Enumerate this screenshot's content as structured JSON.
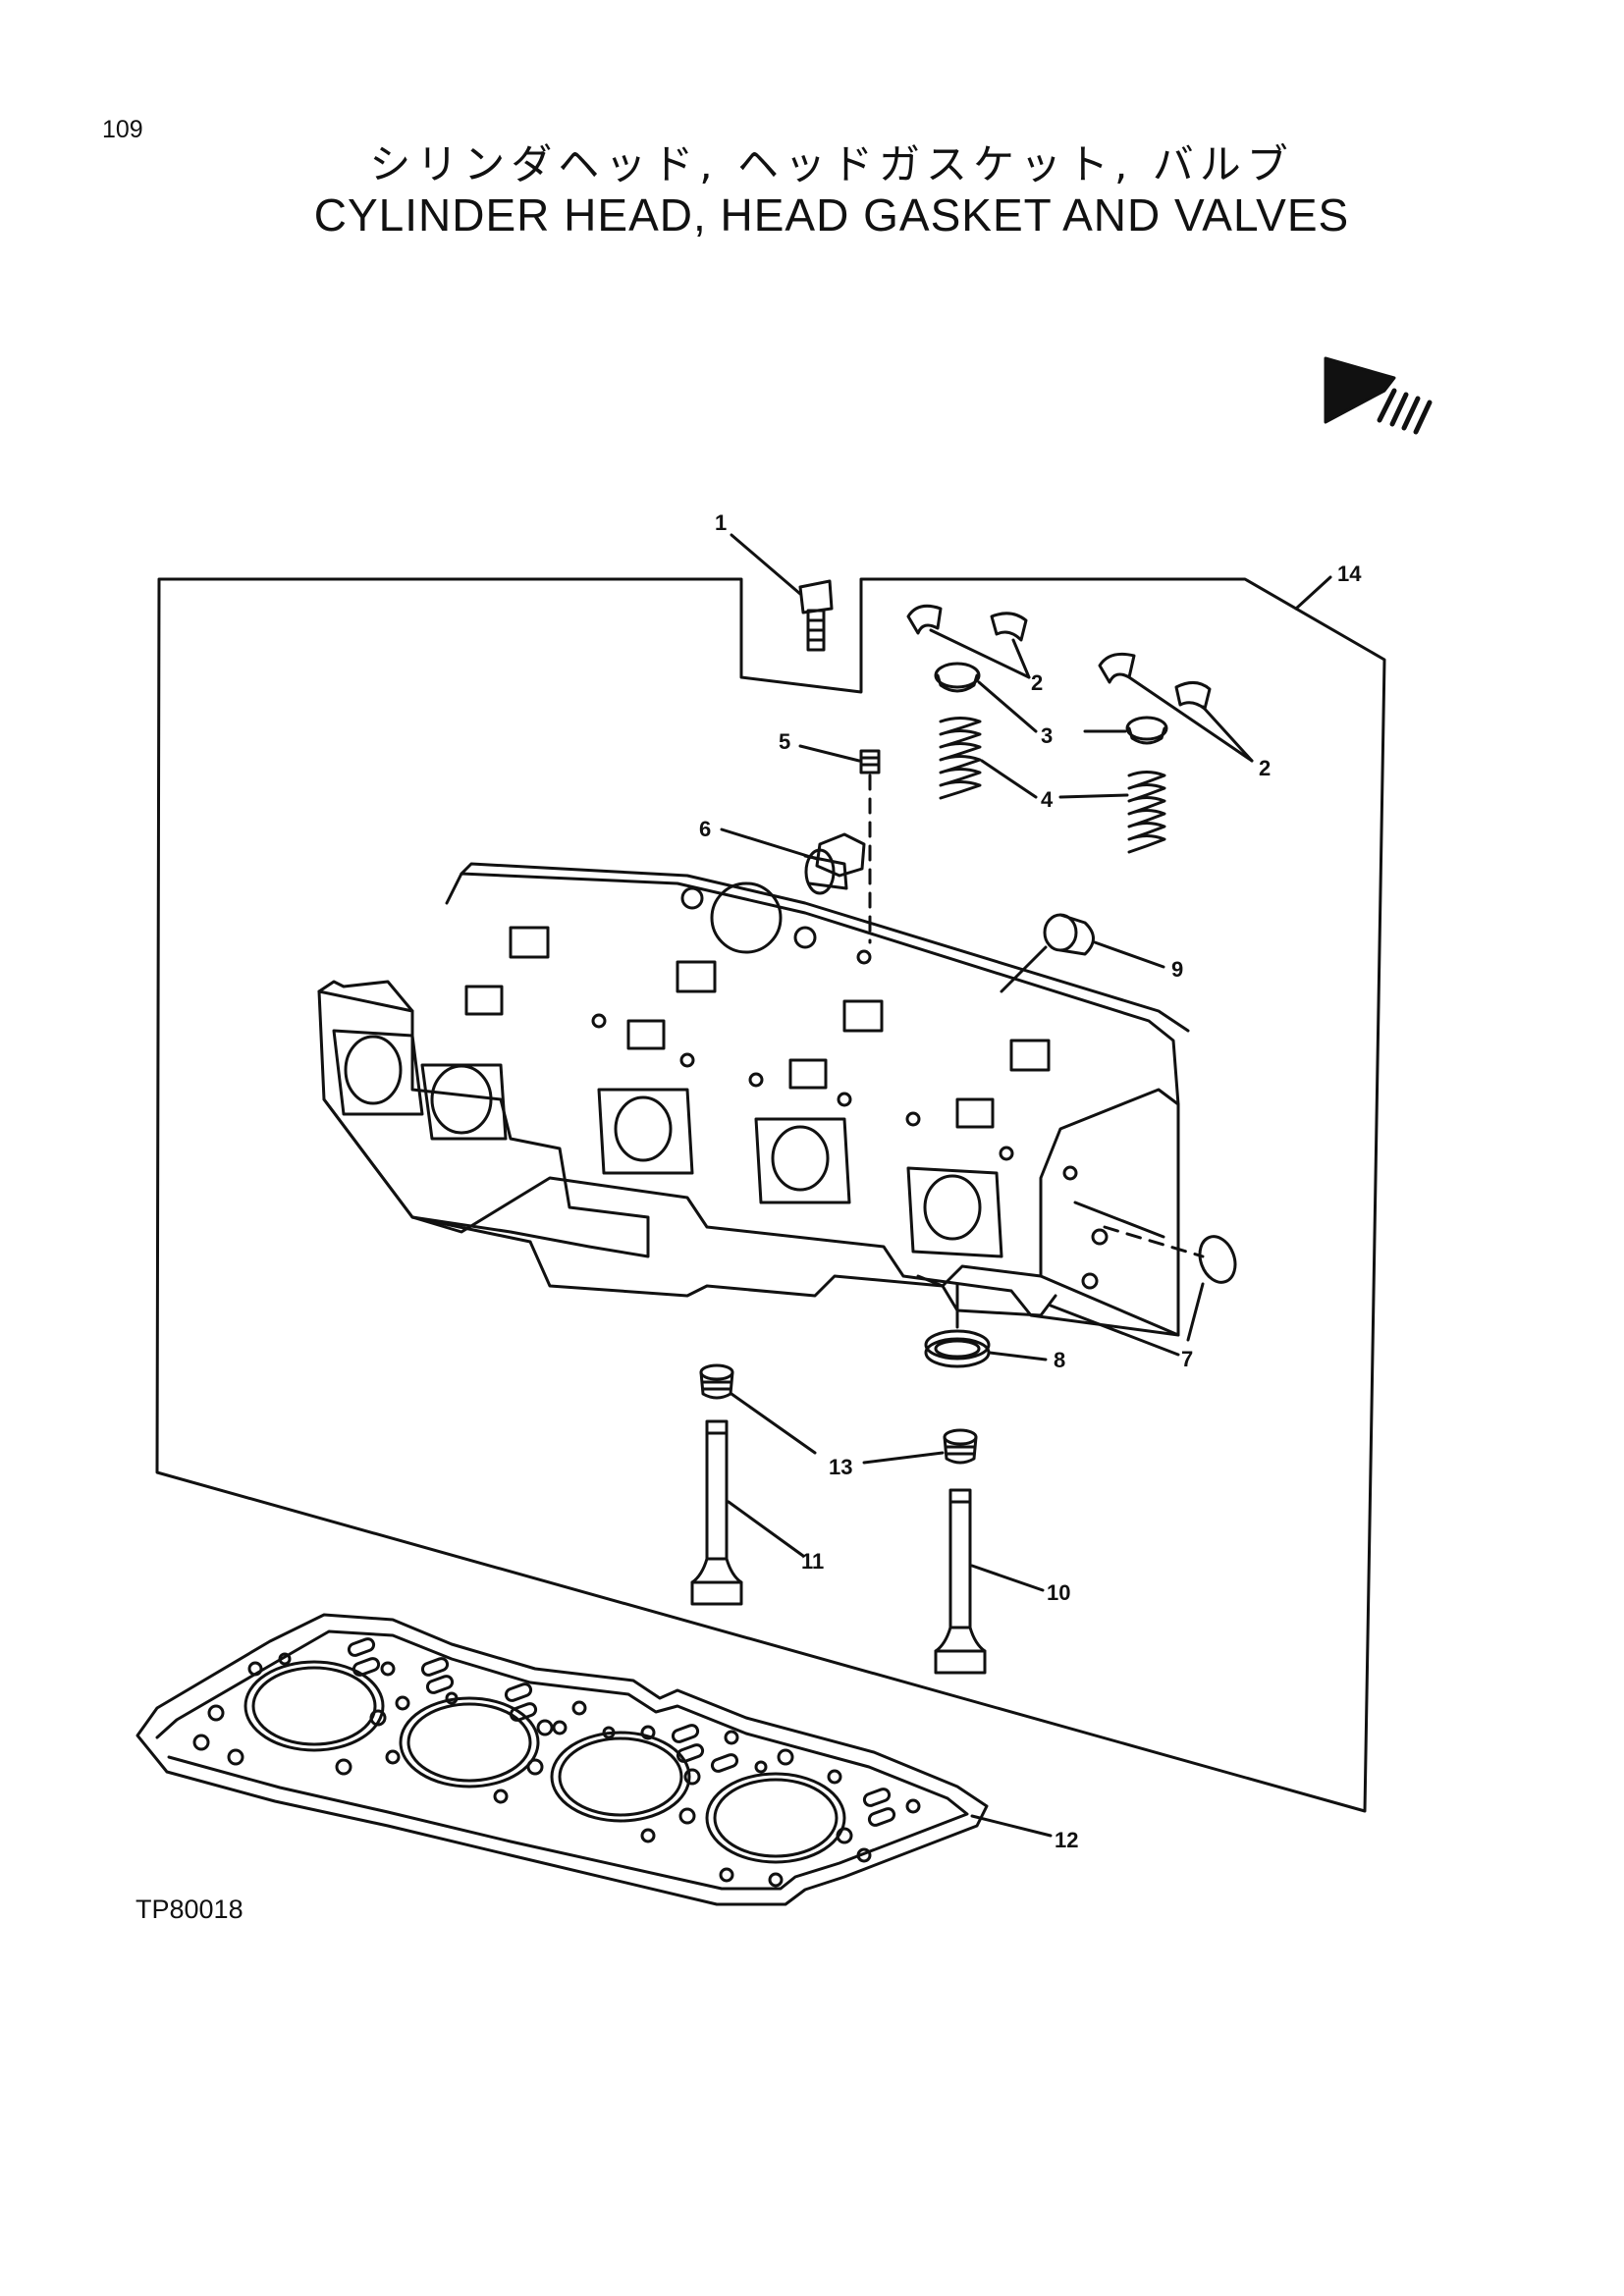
{
  "page_number": "109",
  "title_jp": "シリンダヘッド, ヘッドガスケット, バルブ",
  "title_en": "CYLINDER HEAD, HEAD GASKET AND VALVES",
  "figure_code": "TP80018",
  "callouts": {
    "c1": "1",
    "c2a": "2",
    "c2b": "2",
    "c3": "3",
    "c4": "4",
    "c5": "5",
    "c6": "6",
    "c7": "7",
    "c8": "8",
    "c9": "9",
    "c10": "10",
    "c11": "11",
    "c12": "12",
    "c13": "13",
    "c14": "14"
  }
}
